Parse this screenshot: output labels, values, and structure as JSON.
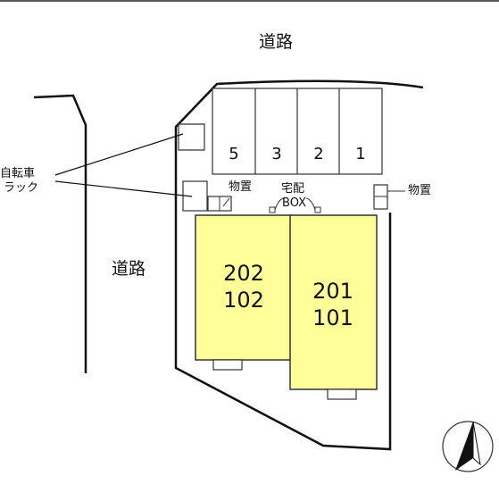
{
  "roads": {
    "top_label": "道路",
    "left_label": "道路"
  },
  "parking": {
    "spaces": [
      "5",
      "3",
      "2",
      "1"
    ]
  },
  "labels": {
    "bicycle_rack_line1": "自転車",
    "bicycle_rack_line2": "ラック",
    "storage_left": "物置",
    "storage_right": "物置",
    "delivery_box_line1": "宅配",
    "delivery_box_line2": "BOX"
  },
  "buildings": [
    {
      "upper_unit": "202",
      "lower_unit": "102"
    },
    {
      "upper_unit": "201",
      "lower_unit": "101"
    }
  ],
  "colors": {
    "building_fill": "#ffff99",
    "line": "#111111",
    "background": "#ffffff"
  },
  "icons": {
    "compass": "north-arrow-icon"
  }
}
